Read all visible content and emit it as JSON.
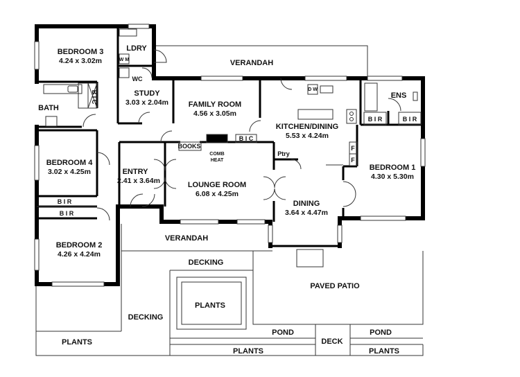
{
  "rooms": {
    "bedroom3": {
      "name": "BEDROOM 3",
      "dims": "4.24 x 3.02m"
    },
    "laundry": {
      "name": "LDRY"
    },
    "wm": {
      "label": "W M"
    },
    "wc": {
      "name": "WC"
    },
    "bath": {
      "name": "BATH"
    },
    "study": {
      "name": "STUDY",
      "dims": "3.03 x 2.04m"
    },
    "family": {
      "name": "FAMILY ROOM",
      "dims": "4.56 x 3.05m"
    },
    "kitchen": {
      "name": "KITCHEN/DINING",
      "dims": "5.53 x 4.24m"
    },
    "dw": {
      "label": "D W"
    },
    "ensuite": {
      "name": "ENS"
    },
    "bedroom4": {
      "name": "BEDROOM 4",
      "dims": "3.02 x 4.25m"
    },
    "entry": {
      "name": "ENTRY",
      "dims": "2.41 x 3.64m"
    },
    "lounge": {
      "name": "LOUNGE ROOM",
      "dims": "6.08 x 4.25m"
    },
    "pantry": {
      "name": "Ptry"
    },
    "bedroom1": {
      "name": "BEDROOM 1",
      "dims": "4.30 x 5.30m"
    },
    "dining": {
      "name": "DINING",
      "dims": "3.64 x 4.47m"
    },
    "bedroom2": {
      "name": "BEDROOM 2",
      "dims": "4.26 x 4.24m"
    }
  },
  "fixtures": {
    "bic_bath": "B I C",
    "bic_family": "B I C",
    "books": "BOOKS",
    "comb_heat_1": "COMB",
    "comb_heat_2": "HEAT",
    "bir_bed4": "B I R",
    "bir_bed2": "B I R",
    "bir_bed1_a": "B I R",
    "bir_bed1_b": "B I R",
    "fridge_1": "F",
    "fridge_2": "F"
  },
  "outdoor": {
    "verandah_top": "VERANDAH",
    "verandah_bottom": "VERANDAH",
    "decking_top": "DECKING",
    "decking_left": "DECKING",
    "plants_center": "PLANTS",
    "paved_patio": "PAVED PATIO",
    "pond_left": "POND",
    "pond_right": "POND",
    "deck": "DECK",
    "plants_left": "PLANTS",
    "plants_bottom_center": "PLANTS",
    "plants_bottom_right": "PLANTS"
  }
}
